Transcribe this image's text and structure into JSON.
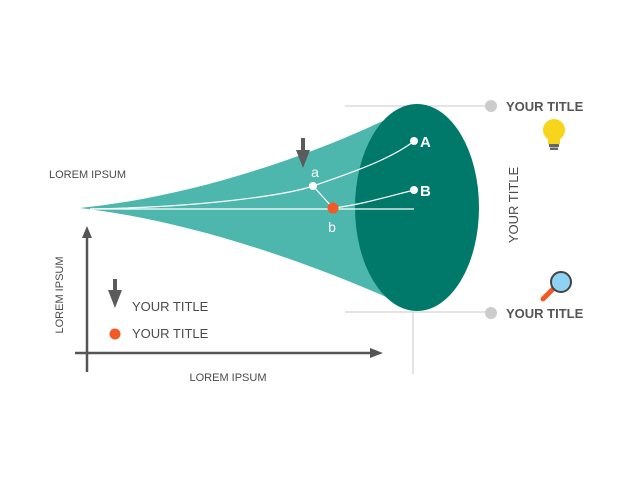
{
  "colors": {
    "cone_light": "#4db6ad",
    "cone_dark": "#00796b",
    "accent_orange": "#f15a24",
    "axis_gray": "#555555",
    "marker_gray": "#5b5b5b",
    "connector_gray": "#c8c8c8",
    "bulb_yellow": "#f7d51d"
  },
  "labels": {
    "left": "LOREM IPSUM",
    "x_axis": "LOREM IPSUM",
    "y_axis": "LOREM IPSUM",
    "vertical_title": "YOUR TITLE"
  },
  "points": {
    "a": "a",
    "b": "b",
    "A": "A",
    "B": "B"
  },
  "legend": [
    {
      "marker": "down-arrow",
      "label": "YOUR TITLE"
    },
    {
      "marker": "orange-dot",
      "label": "YOUR TITLE"
    }
  ],
  "callouts": {
    "top": {
      "title": "YOUR TITLE",
      "icon": "lightbulb-icon"
    },
    "bottom": {
      "title": "YOUR TITLE",
      "icon": "magnifier-icon"
    }
  }
}
